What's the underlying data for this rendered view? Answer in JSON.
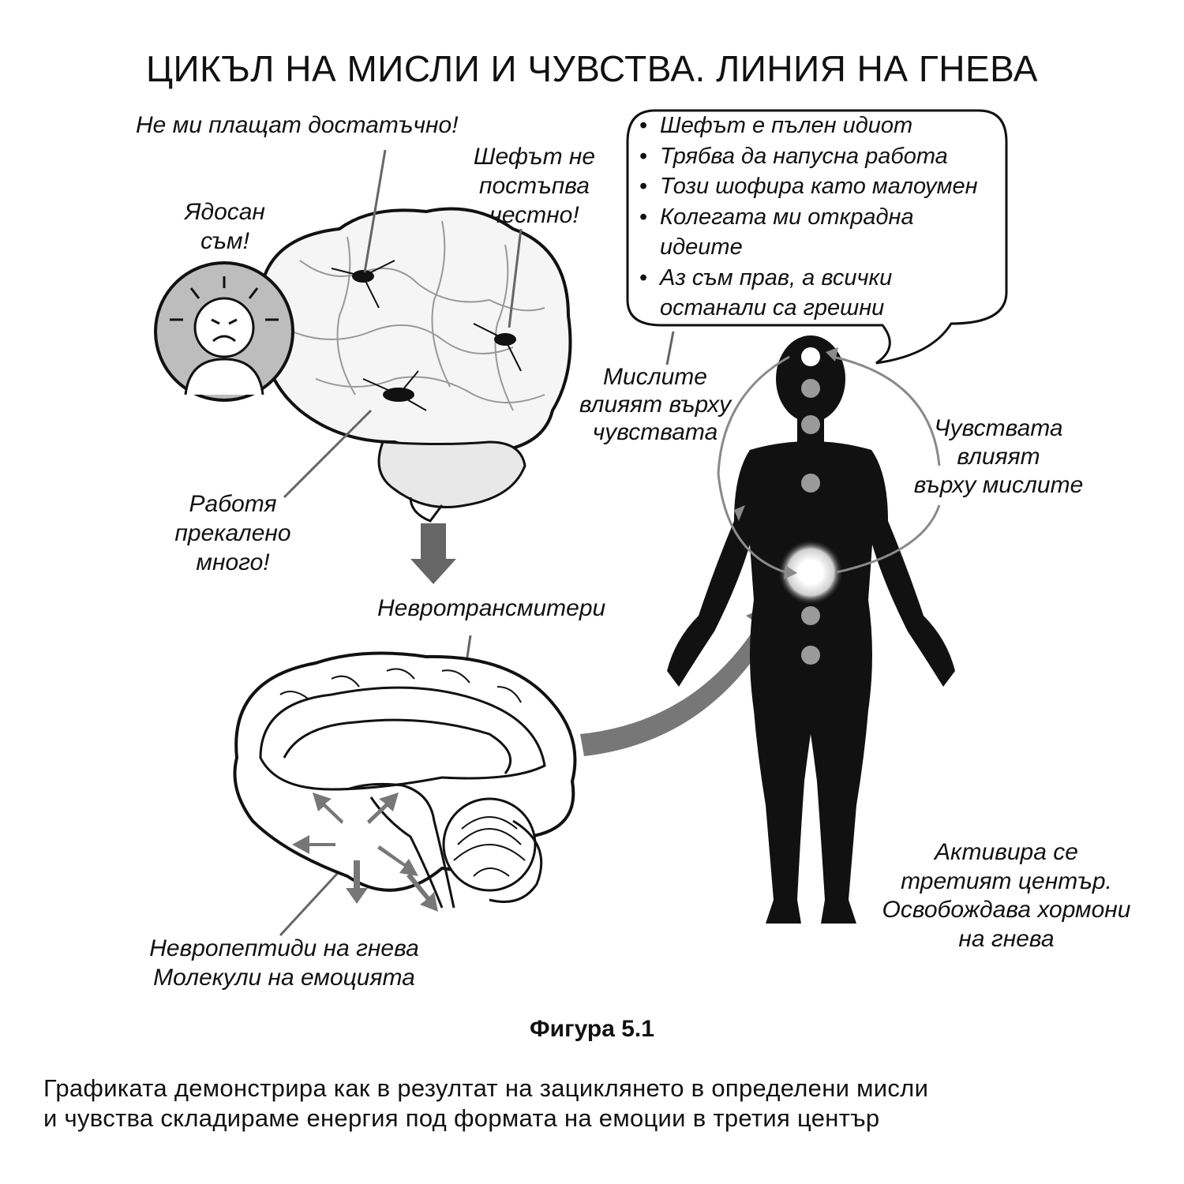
{
  "title": "ЦИКЪЛ НА МИСЛИ И ЧУВСТВА. ЛИНИЯ НА ГНЕВА",
  "brain_thoughts": {
    "not_paid": "Не ми плащат достатъчно!",
    "boss_unfair": [
      "Шефът не",
      "постъпва",
      "честно!"
    ],
    "angry": [
      "Ядосан",
      "съм!"
    ],
    "overwork": [
      "Работя",
      "прекалено",
      "много!"
    ]
  },
  "neurotransmitters": "Невротрансмитери",
  "neuropeptides": [
    "Невропептиди на гнева",
    "Молекули на емоцията"
  ],
  "bubble_items": [
    "Шефът е пълен идиот",
    "Трябва да напусна работа",
    "Този шофира като малоумен",
    "Колегата ми открадна",
    "идеите",
    "Аз съм прав, а всички",
    "останали са грешни"
  ],
  "thoughts_affect_feelings": [
    "Мислите",
    "влияят върху",
    "чувствата"
  ],
  "feelings_affect_thoughts": [
    "Чувствата",
    "влияят",
    "върху мислите"
  ],
  "third_center": [
    "Активира се",
    "третият център.",
    "Освобождава хормони",
    "на гнева"
  ],
  "figure_label": "Фигура 5.1",
  "caption": [
    "Графиката демонстрира как в резултат на зациклянето в определени мисли",
    "и чувства складираме енергия под формата на емоции в третия център"
  ]
}
